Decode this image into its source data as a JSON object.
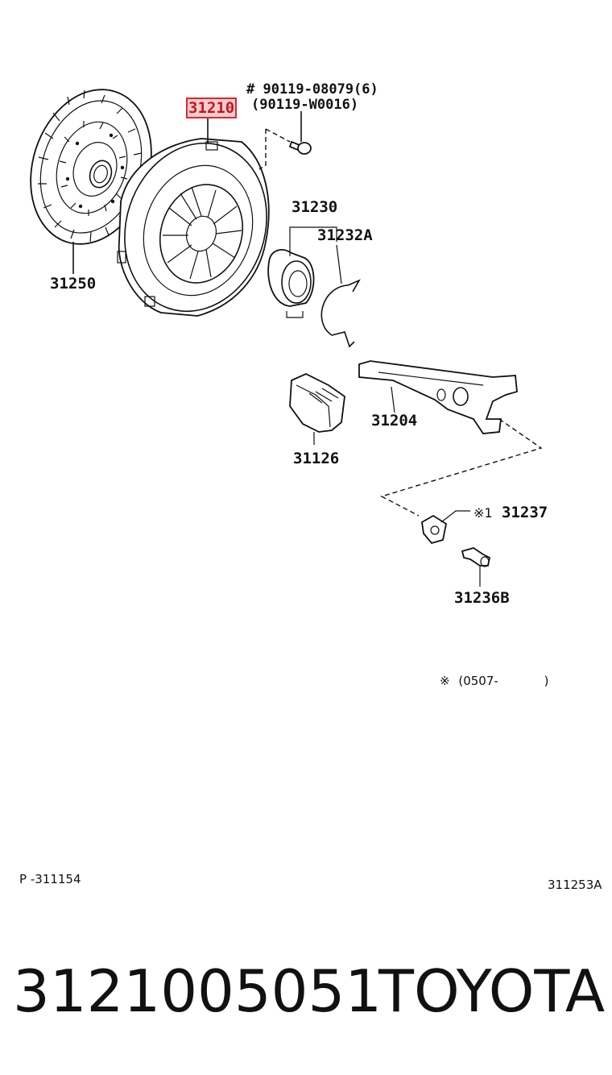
{
  "labels": {
    "pressure_plate": "31210",
    "bolt": "# 90119-08079(6)",
    "bolt_alt": "(90119-W0016)",
    "clutch_disc": "31250",
    "release_bearing": "31230",
    "clip": "31232A",
    "release_fork": "31204",
    "fork_boot": "31126",
    "fork_support": "31237",
    "fork_support_mark": "※1",
    "pivot_stud": "31236B"
  },
  "footnote": {
    "mark": "※",
    "open": "(",
    "date_from": "0507-",
    "close": ")"
  },
  "footer": {
    "page_ref": "P -311154",
    "figure_ref": "311253A",
    "part_number": "3121005051",
    "brand": "TOYOTA"
  },
  "highlight_color": "#e0262b"
}
